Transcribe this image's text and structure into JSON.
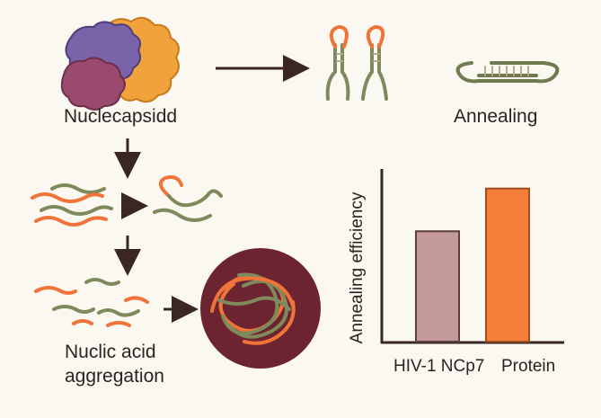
{
  "labels": {
    "nucleocapsid": "Nuclecapsidd",
    "annealing": "Annealing",
    "aggregation_line1": "Nuclic acid",
    "aggregation_line2": "aggregation"
  },
  "colors": {
    "background": "#fbf8f1",
    "protein_orange": "#f1a23a",
    "protein_purple": "#7a63a8",
    "protein_magenta": "#9a4a6f",
    "strand_orange": "#f0743a",
    "strand_green": "#7f8a5c",
    "arrow": "#3a2624",
    "aggregate_disc": "#6b2430",
    "bar_ncp7": "#c49a9a",
    "bar_protein": "#f47f3a"
  },
  "chart_data": {
    "type": "bar",
    "categories": [
      "HIV-1 NCp7",
      "Protein"
    ],
    "values": [
      0.62,
      0.86
    ],
    "ylabel": "Annealing efficiency",
    "xlabel": "",
    "ylim": [
      0,
      1
    ],
    "grid": false
  }
}
